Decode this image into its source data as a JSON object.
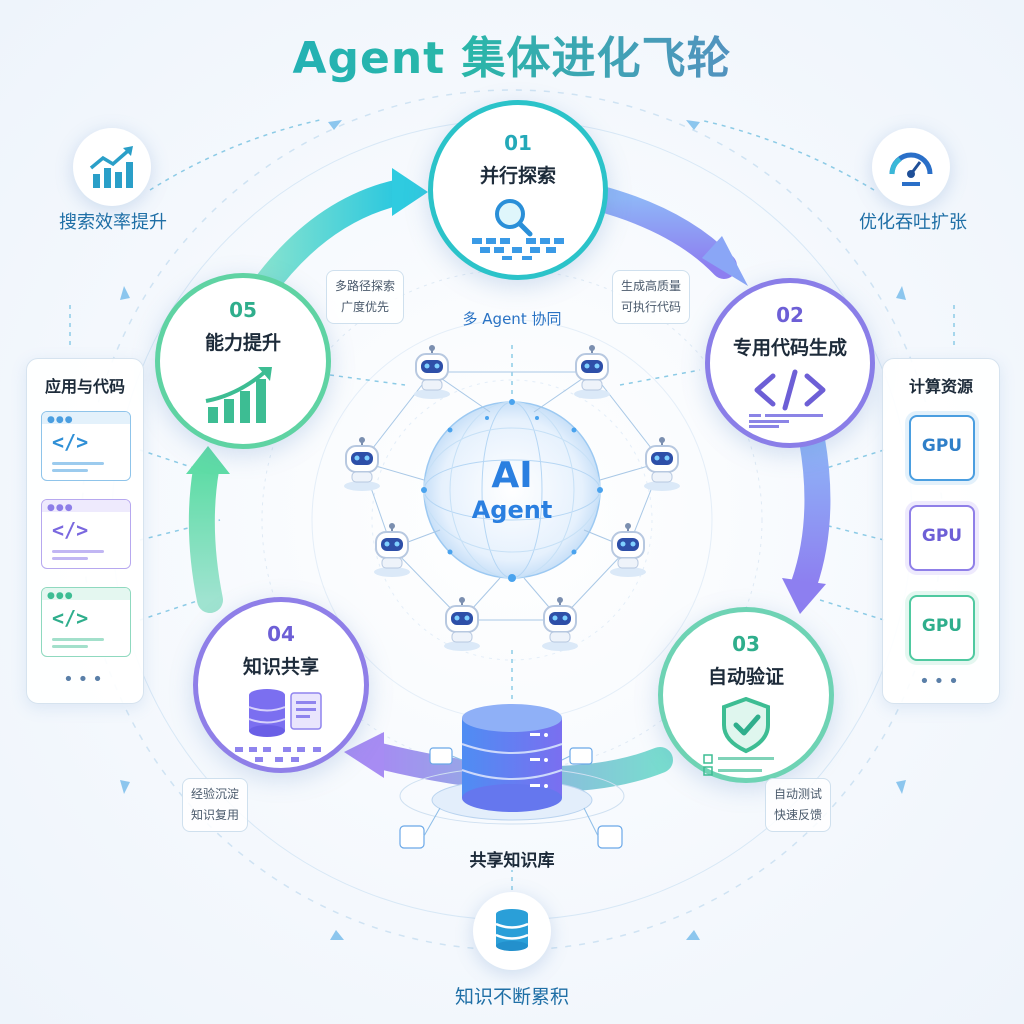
{
  "title": "Agent 集体进化飞轮",
  "stages": [
    {
      "num": "01",
      "label": "并行探索"
    },
    {
      "num": "02",
      "label": "专用代码生成"
    },
    {
      "num": "03",
      "label": "自动验证"
    },
    {
      "num": "04",
      "label": "知识共享"
    },
    {
      "num": "05",
      "label": "能力提升"
    }
  ],
  "tags": {
    "t1": [
      "多路径探索",
      "广度优先"
    ],
    "t2": [
      "生成高质量",
      "可执行代码"
    ],
    "t3": [
      "自动测试",
      "快速反馈"
    ],
    "t4": [
      "经验沉淀",
      "知识复用"
    ]
  },
  "corners": {
    "top_left": "搜索效率提升",
    "top_right": "优化吞吐扩张",
    "bottom": "知识不断累积"
  },
  "left_panel": {
    "title": "应用与代码",
    "code_symbol": "</>",
    "more": "•••"
  },
  "right_panel": {
    "title": "计算资源",
    "gpu_label": "GPU",
    "more": "•••"
  },
  "center": {
    "line1": "AI",
    "line2": "Agent",
    "caption": "多 Agent 协同",
    "kb_label": "共享知识库"
  },
  "colors": {
    "teal": "#2bc3c9",
    "blue": "#3a8ef0",
    "purple": "#8a6fe0",
    "green": "#4fc9a0"
  }
}
